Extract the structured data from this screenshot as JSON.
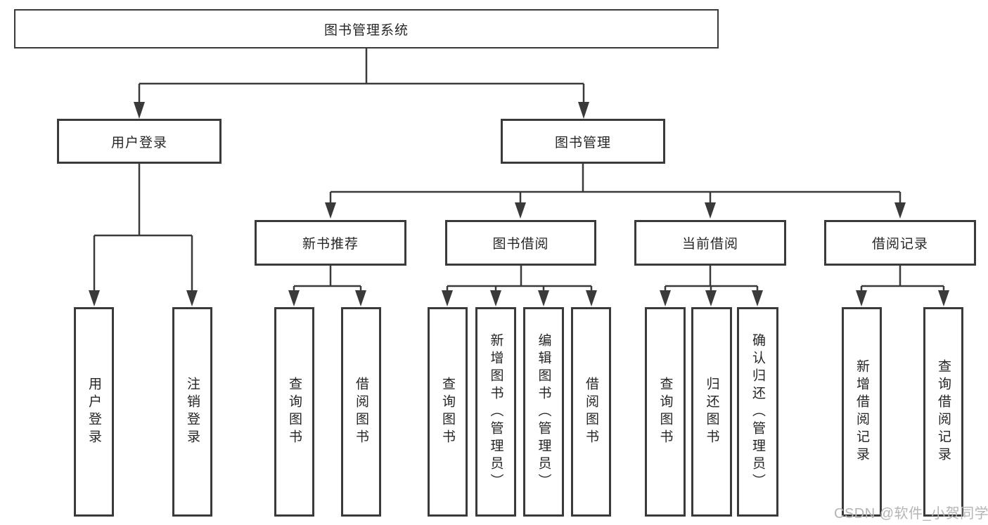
{
  "tree": {
    "root": {
      "label": "图书管理系统"
    },
    "children": [
      {
        "label": "用户登录",
        "children": [
          {
            "label": "用户登录"
          },
          {
            "label": "注销登录"
          }
        ]
      },
      {
        "label": "图书管理",
        "children": [
          {
            "label": "新书推荐",
            "children": [
              {
                "label": "查询图书"
              },
              {
                "label": "借阅图书"
              }
            ]
          },
          {
            "label": "图书借阅",
            "children": [
              {
                "label": "查询图书"
              },
              {
                "label": "新增图书（管理员）"
              },
              {
                "label": "编辑图书（管理员）"
              },
              {
                "label": "借阅图书"
              }
            ]
          },
          {
            "label": "当前借阅",
            "children": [
              {
                "label": "查询图书"
              },
              {
                "label": "归还图书"
              },
              {
                "label": "确认归还（管理员）"
              }
            ]
          },
          {
            "label": "借阅记录",
            "children": [
              {
                "label": "新增借阅记录"
              },
              {
                "label": "查询借阅记录"
              }
            ]
          }
        ]
      }
    ]
  },
  "watermark": {
    "text": "CSDN @软件_小贺同学"
  },
  "colors": {
    "line": "#3a3a3a",
    "box_border": "#3a3a3a",
    "text": "#262626",
    "watermark": "#b5b5b5",
    "background": "#ffffff"
  }
}
